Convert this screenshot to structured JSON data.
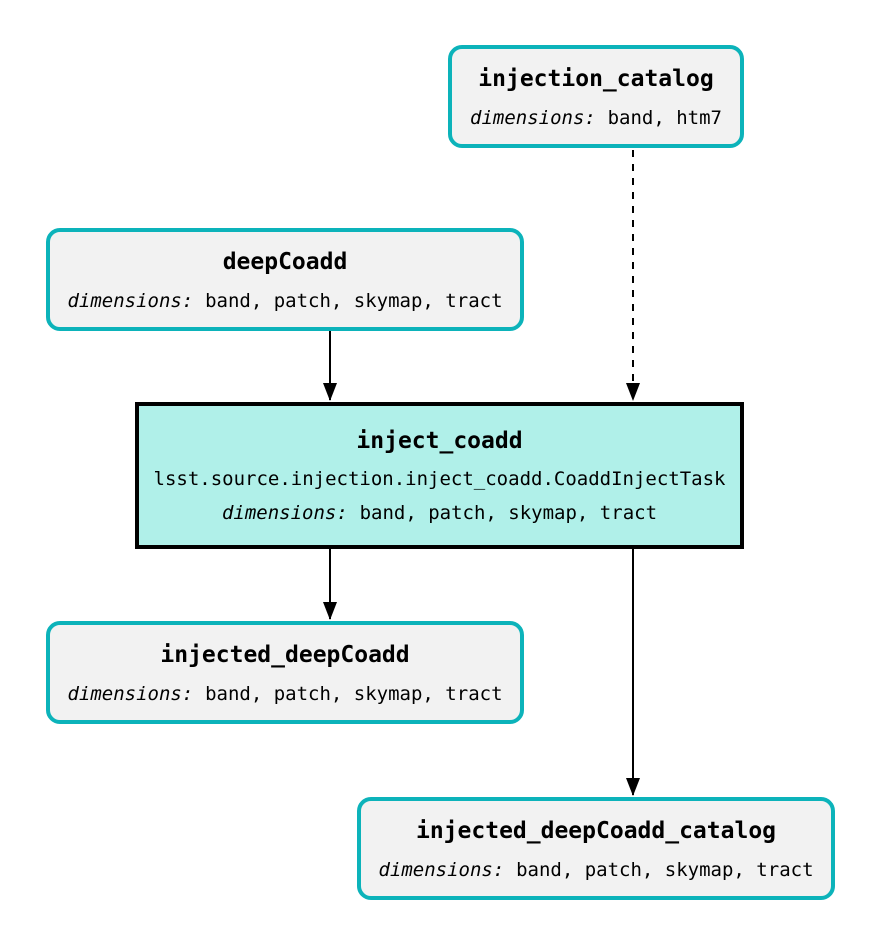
{
  "diagram": {
    "description": "Pipeline task graph for LSST source injection inject_coadd task",
    "colors": {
      "background": "#ffffff",
      "dataset_border": "#0cb3ba",
      "dataset_fill": "#f2f2f2",
      "task_border": "#000000",
      "task_fill": "#b0f0e9",
      "edge": "#000000",
      "text": "#000000"
    },
    "nodes": [
      {
        "id": "injection_catalog",
        "type": "dataset",
        "title": "injection_catalog",
        "dimensions_label": "dimensions:",
        "dimensions": "band, htm7"
      },
      {
        "id": "deepCoadd",
        "type": "dataset",
        "title": "deepCoadd",
        "dimensions_label": "dimensions:",
        "dimensions": "band, patch, skymap, tract"
      },
      {
        "id": "inject_coadd",
        "type": "task",
        "title": "inject_coadd",
        "task_class": "lsst.source.injection.inject_coadd.CoaddInjectTask",
        "dimensions_label": "dimensions:",
        "dimensions": "band, patch, skymap, tract"
      },
      {
        "id": "injected_deepCoadd",
        "type": "dataset",
        "title": "injected_deepCoadd",
        "dimensions_label": "dimensions:",
        "dimensions": "band, patch, skymap, tract"
      },
      {
        "id": "injected_deepCoadd_catalog",
        "type": "dataset",
        "title": "injected_deepCoadd_catalog",
        "dimensions_label": "dimensions:",
        "dimensions": "band, patch, skymap, tract"
      }
    ],
    "edges": [
      {
        "from": "deepCoadd",
        "to": "inject_coadd",
        "style": "solid"
      },
      {
        "from": "injection_catalog",
        "to": "inject_coadd",
        "style": "dashed"
      },
      {
        "from": "inject_coadd",
        "to": "injected_deepCoadd",
        "style": "solid"
      },
      {
        "from": "inject_coadd",
        "to": "injected_deepCoadd_catalog",
        "style": "solid"
      }
    ]
  }
}
